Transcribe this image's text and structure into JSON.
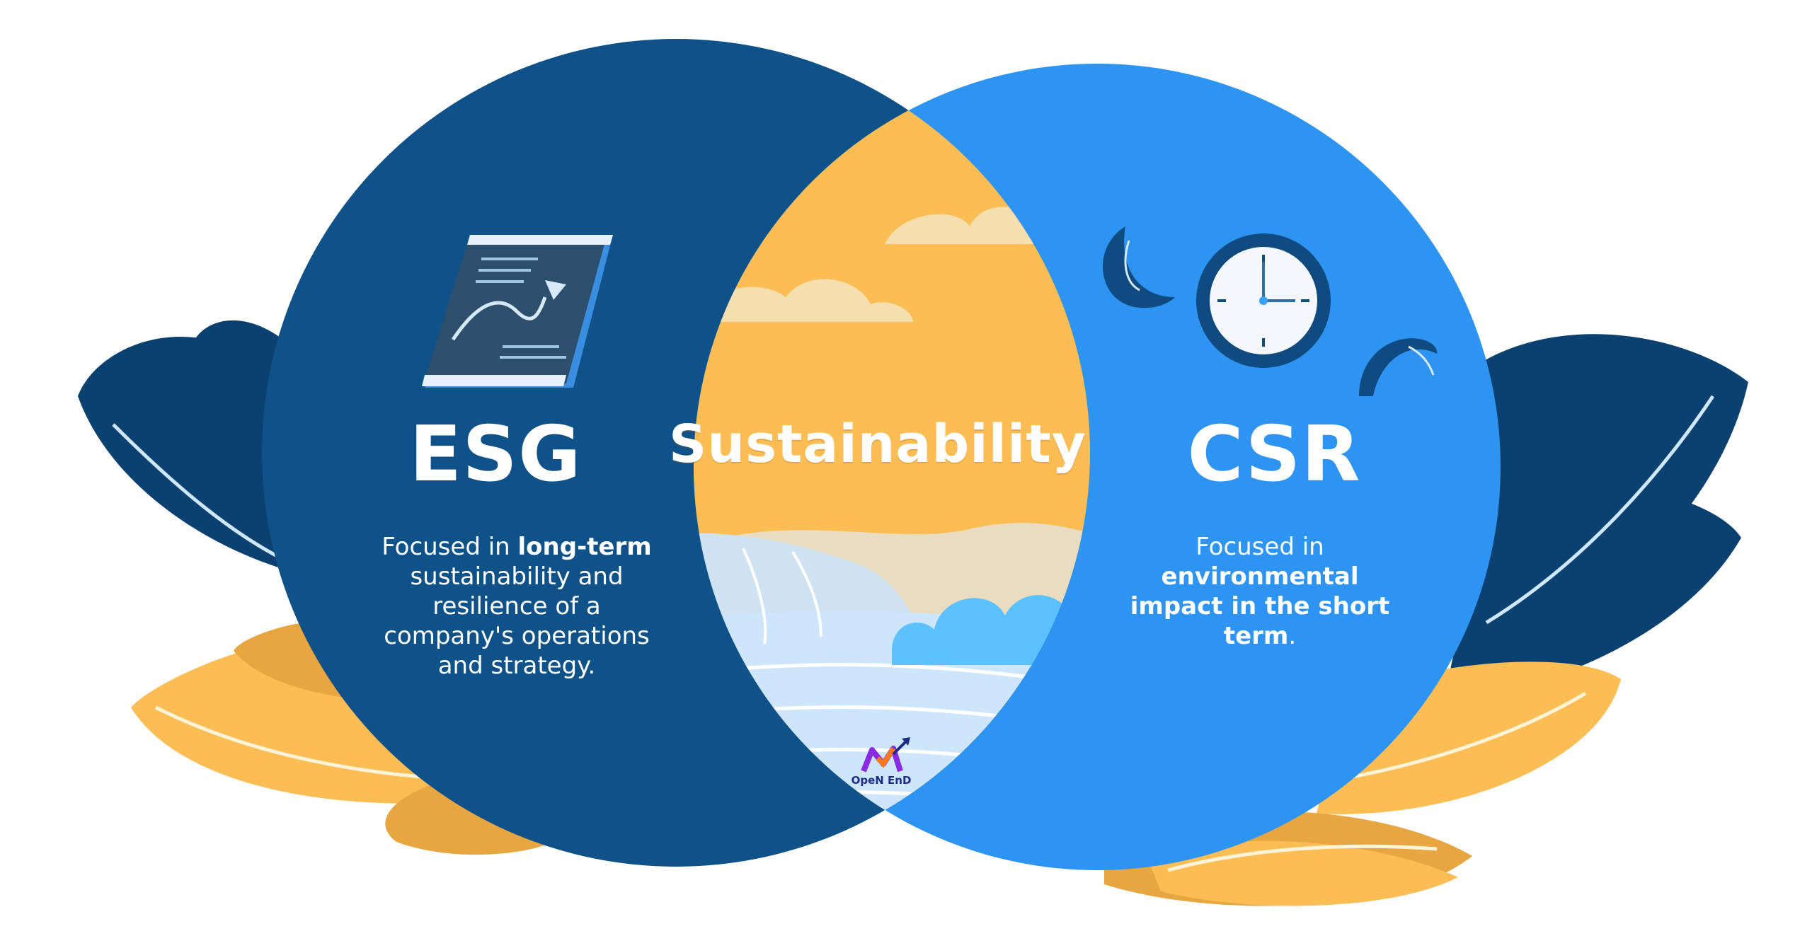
{
  "colors": {
    "esg": "#0f5189",
    "csr": "#2d94f2",
    "overlap": "#fcbd54",
    "leaf_dark": "#0b4170",
    "leaf_yellow": "#fcbd54",
    "white": "#ffffff"
  },
  "overlap": {
    "title": "Sustainability"
  },
  "esg": {
    "title": "ESG",
    "desc_prefix": "Focused in ",
    "desc_bold": "long-term",
    "desc_rest": " sustainability and resilience of a company's operations and strategy.",
    "icon": "document-chart-icon"
  },
  "csr": {
    "title": "CSR",
    "desc_prefix": "Focused in ",
    "desc_bold": "environmental impact in the short term",
    "desc_rest": ".",
    "icon": "clock-icon"
  },
  "logo": {
    "text": "OpeN EnD"
  }
}
